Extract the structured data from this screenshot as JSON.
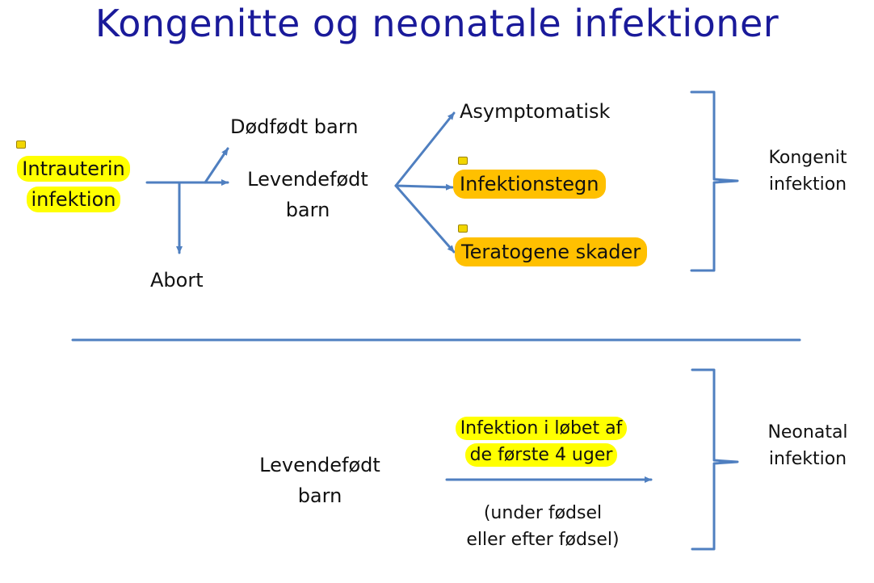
{
  "title": "Kongenitte og neonatale infektioner",
  "nodes": {
    "intrauterin_line1": "Intrauterin",
    "intrauterin_line2": "infektion",
    "dodfodt": "Dødfødt barn",
    "levendefodt_top_line1": "Levendefødt",
    "levendefodt_top_line2": "barn",
    "abort": "Abort",
    "asymptomatisk": "Asymptomatisk",
    "infektionstegn": "Infektionstegn",
    "teratogene": "Teratogene skader",
    "kongenit_line1": "Kongenit",
    "kongenit_line2": "infektion",
    "levendefodt_bottom_line1": "Levendefødt",
    "levendefodt_bottom_line2": "barn",
    "infektion_lobet_line1": "Infektion i løbet af",
    "infektion_lobet_line2": "de første 4 uger",
    "under_fodsel_line1": "(under fødsel",
    "under_fodsel_line2": "eller efter fødsel)",
    "neonatal_line1": "Neonatal",
    "neonatal_line2": "infektion"
  },
  "colors": {
    "title": "#1a1a9a",
    "arrow": "#4f7fc0",
    "highlight_yellow": "#ffff00",
    "highlight_orange": "#ffc000"
  }
}
